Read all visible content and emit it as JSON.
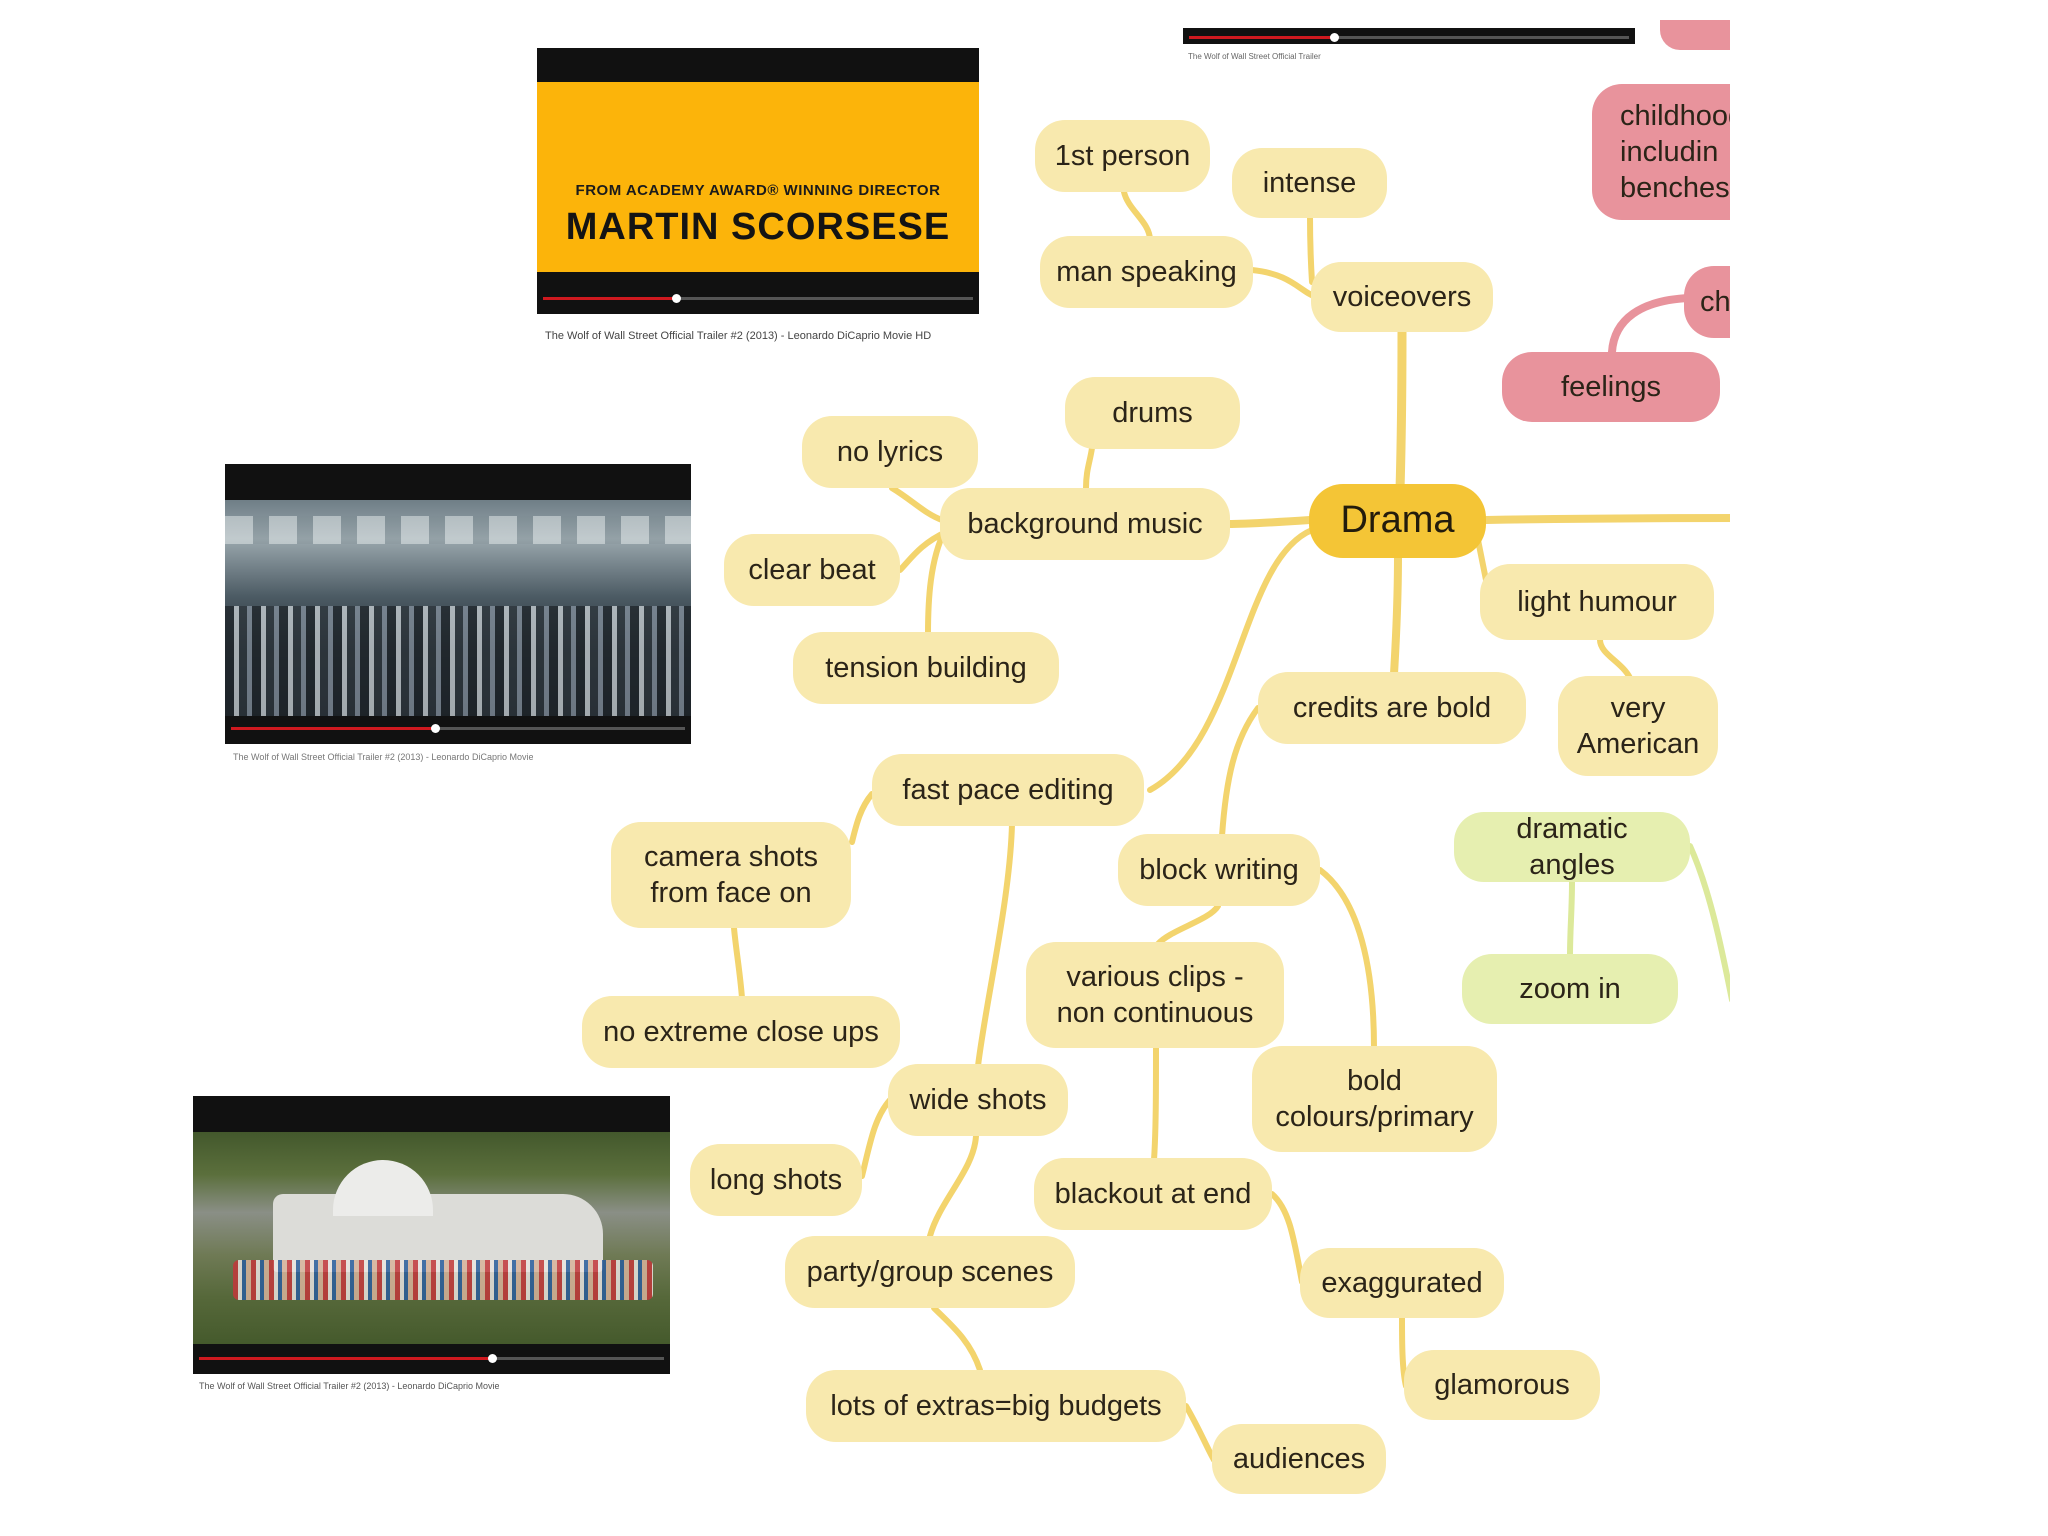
{
  "colors": {
    "root": "#f4c536",
    "yellow_node": "#f8e9ae",
    "yellow_link": "#f3d46d",
    "green_node": "#e6efb0",
    "green_link": "#dce99a",
    "pink_node": "#e8939c",
    "pink_link": "#e8939c"
  },
  "mindmap": {
    "root": "Drama",
    "nodes": {
      "first_person": "1st person",
      "intense": "intense",
      "man_speaking": "man speaking",
      "voiceovers": "voiceovers",
      "drums": "drums",
      "no_lyrics": "no lyrics",
      "background_music": "background music",
      "clear_beat": "clear beat",
      "tension_building": "tension building",
      "light_humour": "light humour",
      "very_american": "very\nAmerican",
      "credits_are_bold": "credits are bold",
      "fast_pace_editing": "fast pace editing",
      "camera_shots": "camera shots\nfrom face on",
      "no_extreme_close_ups": "no extreme close ups",
      "block_writing": "block writing",
      "various_clips": "various clips -\nnon continuous",
      "bold_colours": "bold\ncolours/primary",
      "wide_shots": "wide shots",
      "long_shots": "long shots",
      "blackout_at_end": "blackout at end",
      "exaggurated": "exaggurated",
      "glamorous": "glamorous",
      "party_group_scenes": "party/group scenes",
      "lots_of_extras": "lots of extras=big budgets",
      "audiences": "audiences",
      "dramatic_angles": "dramatic angles",
      "zoom_in": "zoom in",
      "feelings": "feelings",
      "childhood_partial": "childhood\nincludin\nbenches",
      "ch_partial": "ch"
    }
  },
  "videos": [
    {
      "title_small": "FROM ACADEMY AWARD® WINNING DIRECTOR",
      "title_large": "MARTIN SCORSESE",
      "caption": "The Wolf of Wall Street Official Trailer #2 (2013) - Leonardo DiCaprio Movie HD",
      "progress": 0.31
    },
    {
      "caption": "The Wolf of Wall Street Official Trailer #2 (2013) - Leonardo DiCaprio Movie HD",
      "progress": 0.45
    },
    {
      "caption": "The Wolf of Wall Street Official Trailer #2 (2013) - Leonardo DiCaprio Movie HD",
      "progress": 0.63
    },
    {
      "caption": "The Wolf of Wall Street Official Trailer",
      "progress": 0.33
    }
  ]
}
